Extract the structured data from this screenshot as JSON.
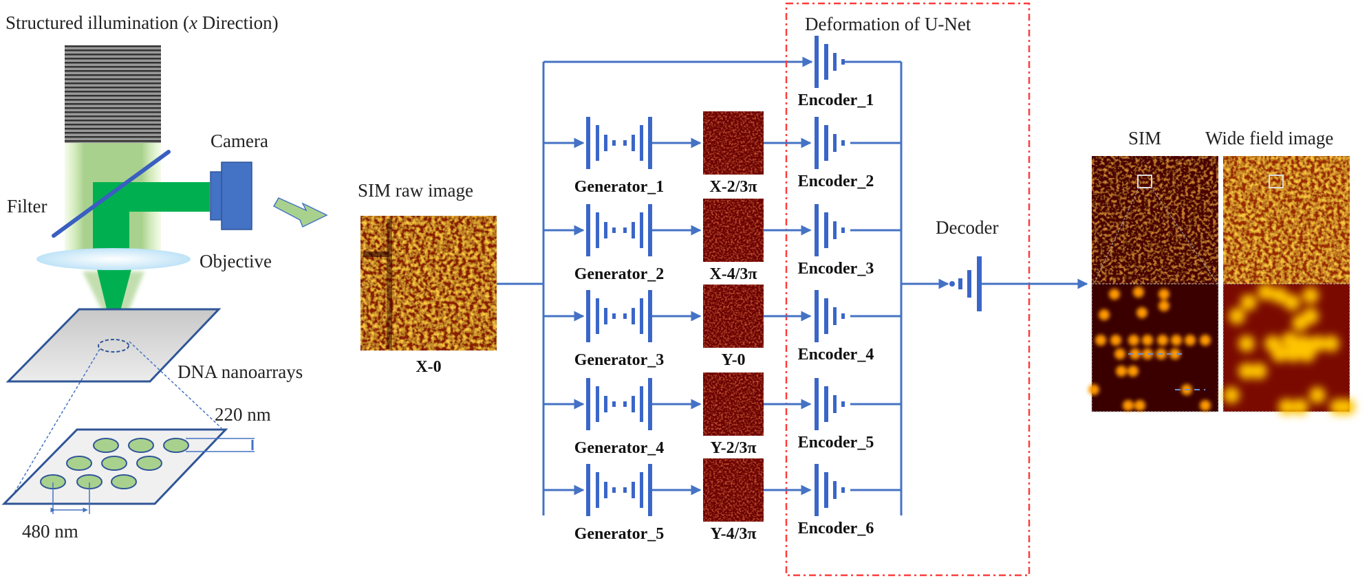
{
  "figure": {
    "setup": {
      "title_prefix": "Structured illumination (",
      "title_italic": "x",
      "title_suffix": " Direction)",
      "camera_label": "Camera",
      "filter_label": "Filter",
      "objective_label": "Objective",
      "sample_label": "DNA nanoarrays",
      "spot_size_label": "220 nm",
      "pitch_label": "480 nm"
    },
    "input": {
      "title": "SIM raw image",
      "caption": "X-0"
    },
    "generators": [
      {
        "label": "Generator_1",
        "output": "X-2/3π"
      },
      {
        "label": "Generator_2",
        "output": "X-4/3π"
      },
      {
        "label": "Generator_3",
        "output": "Y-0"
      },
      {
        "label": "Generator_4",
        "output": "Y-2/3π"
      },
      {
        "label": "Generator_5",
        "output": "Y-4/3π"
      }
    ],
    "unet": {
      "title": "Deformation of U-Net",
      "encoders": [
        "Encoder_1",
        "Encoder_2",
        "Encoder_3",
        "Encoder_4",
        "Encoder_5",
        "Encoder_6"
      ],
      "decoder": "Decoder"
    },
    "outputs": {
      "sim_label": "SIM",
      "widefield_label": "Wide field image"
    },
    "colors": {
      "wire": "#4472c4",
      "block": "#3a66c8",
      "unet_border": "#ff3b3b",
      "beam": "#00b050",
      "beam_glow": "#92d050",
      "camera": "#4472c4",
      "heatmap_dark": "#3a0000",
      "heatmap_hot": "#ffd400"
    }
  }
}
